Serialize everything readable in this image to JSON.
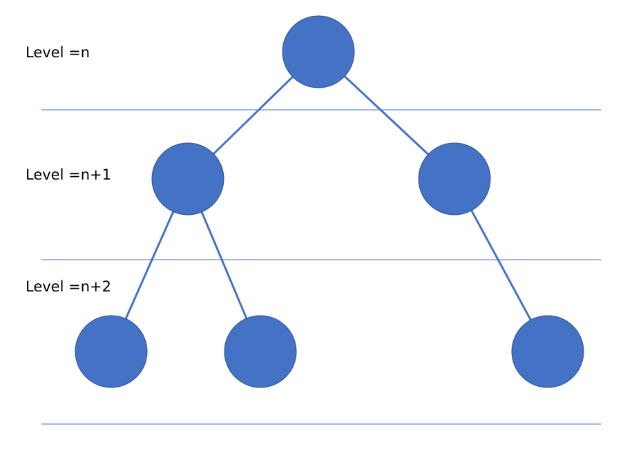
{
  "levels": [
    {
      "label": "Level =n"
    },
    {
      "label": "Level =n+1"
    },
    {
      "label": "Level =n+2"
    }
  ],
  "colors": {
    "node_fill": "#4472C4",
    "node_stroke": "#2F528F",
    "edge": "#4472C4",
    "separator": "#4472C4",
    "background": "#FFFFFF"
  },
  "tree": {
    "nodes": [
      {
        "id": "root",
        "level": 0
      },
      {
        "id": "left-child",
        "level": 1
      },
      {
        "id": "right-child",
        "level": 1
      },
      {
        "id": "left-left-leaf",
        "level": 2
      },
      {
        "id": "left-right-leaf",
        "level": 2
      },
      {
        "id": "right-right-leaf",
        "level": 2
      }
    ],
    "edges": [
      {
        "from": "root",
        "to": "left-child"
      },
      {
        "from": "root",
        "to": "right-child"
      },
      {
        "from": "left-child",
        "to": "left-left-leaf"
      },
      {
        "from": "left-child",
        "to": "left-right-leaf"
      },
      {
        "from": "right-child",
        "to": "right-right-leaf"
      }
    ]
  }
}
